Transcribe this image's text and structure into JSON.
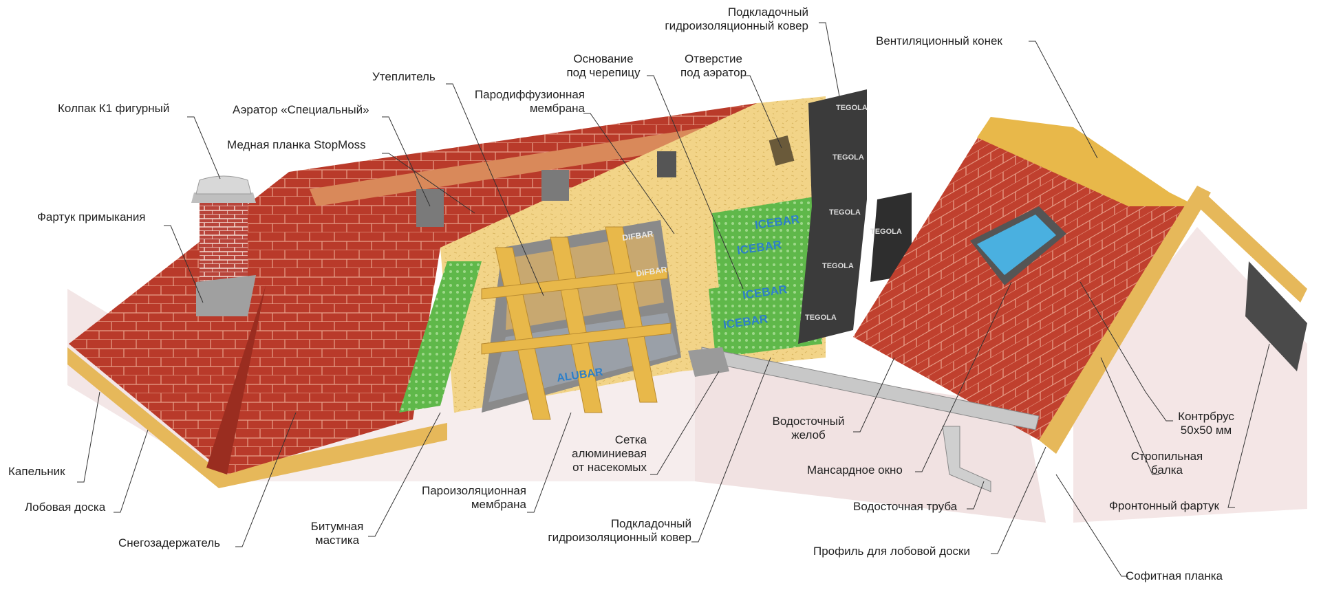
{
  "labels": {
    "kolpak": "Колпак К1 фигурный",
    "aerator": "Аэратор «Специальный»",
    "stopmoss": "Медная планка StopMoss",
    "fartuk_primykaniya": "Фартук примыкания",
    "uteplitel": "Утеплитель",
    "osnovanie_1": "Основание",
    "osnovanie_2": "под черепицу",
    "parodiff_1": "Пародиффузионная",
    "parodiff_2": "мембрана",
    "podkl_top_1": "Подкладочный",
    "podkl_top_2": "гидроизоляционный ковер",
    "otverstie_1": "Отверстие",
    "otverstie_2": "под аэратор",
    "vent_konek": "Вентиляционный конек",
    "kontrbrus_1": "Контрбрус",
    "kontrbrus_2": "50х50 мм",
    "stropil_1": "Стропильная",
    "stropil_2": "балка",
    "frontonny": "Фронтонный фартук",
    "kapelnik": "Капельник",
    "lobovaya": "Лобовая доска",
    "snegozader": "Снегозадержатель",
    "bitumnaya_1": "Битумная",
    "bitumnaya_2": "мастика",
    "paroizol_1": "Пароизоляционная",
    "paroizol_2": "мембрана",
    "setka_1": "Сетка",
    "setka_2": "алюминиевая",
    "setka_3": "от насекомых",
    "podkl_bot_1": "Подкладочный",
    "podkl_bot_2": "гидроизоляционный ковер",
    "vodost_zhelob_1": "Водосточный",
    "vodost_zhelob_2": "желоб",
    "mansard": "Мансардное окно",
    "vodost_truba": "Водосточная труба",
    "profil": "Профиль для лобовой доски",
    "sofit": "Софитная планка"
  },
  "brands": {
    "icebar": "ICEBAR",
    "tegola": "TEGOLA",
    "difbar": "DIFBAR",
    "alubar": "ALUBAR"
  },
  "colors": {
    "tile": "#b93a2a",
    "tile_dark": "#8f2a1e",
    "osb": "#f2d488",
    "wood": "#e8b84a",
    "membrane_green": "#5fb84a",
    "membrane_dark": "#3b3b3b",
    "wall": "#f1e4e4"
  }
}
